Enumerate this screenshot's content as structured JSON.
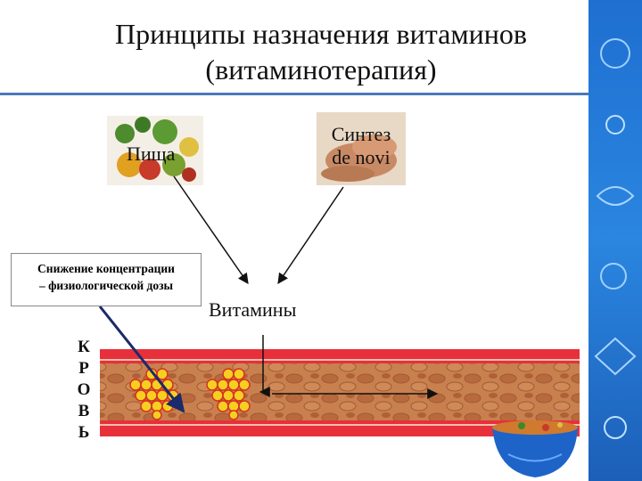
{
  "title": {
    "line1": "Принципы назначения витаминов",
    "line2": "(витаминотерапия)"
  },
  "sources": {
    "food": "Пища",
    "synthesis_line1": "Синтез",
    "synthesis_line2": "de novi"
  },
  "target": "Витамины",
  "concentration": {
    "line1": "Снижение концентрации",
    "line2": "– физиологической дозы"
  },
  "blood_letters": [
    "К",
    "Р",
    "О",
    "В",
    "Ь"
  ],
  "colors": {
    "vessel_wall": "#e8303a",
    "vessel_fill": "#c8804f",
    "accent_line": "#4a78b8",
    "dots": "#f5d020",
    "dot_border": "#d83020",
    "dark_arrow": "#1a2a6a"
  },
  "icons": [
    "food-image",
    "synthesis-image",
    "side-pattern",
    "bowl-image"
  ]
}
